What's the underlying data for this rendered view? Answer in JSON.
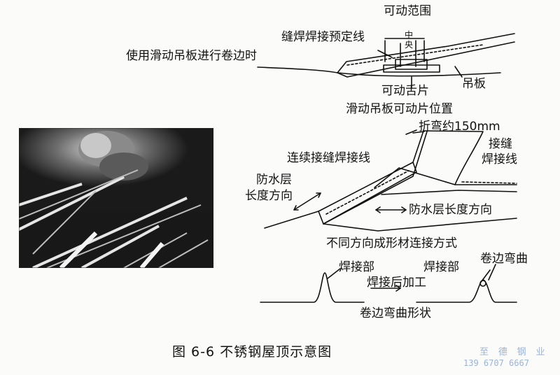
{
  "top_diagram": {
    "label_movable_range": "可动范围",
    "label_seam_weld_line": "缝焊焊接预定线",
    "label_sliding_plate": "使用滑动吊板进行卷边时",
    "label_center_top": "中",
    "label_center_bottom": "央",
    "label_movable_tongue": "可动舌片",
    "label_hanging_plate": "吊板",
    "caption": "滑动吊板可动片位置"
  },
  "middle_diagram": {
    "label_bend": "折弯约150mm",
    "label_continuous_weld": "连续接缝焊接线",
    "label_seam_weld_1": "接缝",
    "label_seam_weld_2": "焊接线",
    "label_waterproof_1": "防水层",
    "label_waterproof_2": "长度方向",
    "label_waterproof_right": "防水层长度方向",
    "caption": "不同方向成形材连接方式"
  },
  "bottom_diagram": {
    "label_weld_part_left": "焊接部",
    "label_weld_part_right": "焊接部",
    "label_after_weld": "焊接后加工",
    "label_curl_bend": "卷边弯曲",
    "caption": "卷边弯曲形状"
  },
  "figure_caption": "图 6-6    不锈钢屋顶示意图",
  "watermark": {
    "company": "至 德 钢 业",
    "phone": "139 6707 6667"
  },
  "colors": {
    "ink": "#111111",
    "paper": "#fbfbf9",
    "watermark": "#9bb3d6"
  }
}
